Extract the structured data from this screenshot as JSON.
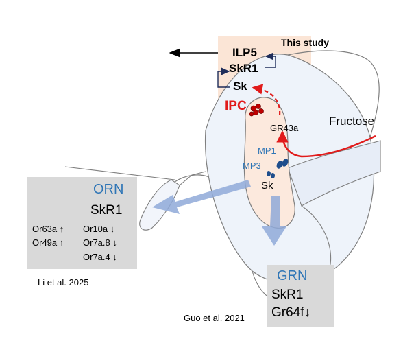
{
  "colors": {
    "ipc_box": "#fbe5d6",
    "grey_box": "#d9d9d9",
    "blue_text": "#2e75b6",
    "red": "#e11b1b",
    "arrow_blue": "#8fa9d8",
    "outline": "#7f7f7f"
  },
  "header": {
    "study": "This study"
  },
  "pathway": {
    "ilp5": "ILP5",
    "skr1": "SkR1",
    "sk": "Sk",
    "ipc": "IPC"
  },
  "brain": {
    "gr43a": "GR43a",
    "fructose": "Fructose",
    "mp1": "MP1",
    "mp3": "MP3",
    "sk": "Sk"
  },
  "orn": {
    "title": "ORN",
    "receptor": "SkR1",
    "rows": [
      {
        "left": "Or63a ↑",
        "right": "Or10a ↓"
      },
      {
        "left": "Or49a ↑",
        "right": "Or7a.8 ↓"
      },
      {
        "left": "",
        "right": "Or7a.4 ↓"
      }
    ],
    "citation": "Li et al. 2025"
  },
  "grn": {
    "title": "GRN",
    "receptor": "SkR1",
    "gene": "Gr64f↓",
    "citation": "Guo et al. 2021"
  }
}
